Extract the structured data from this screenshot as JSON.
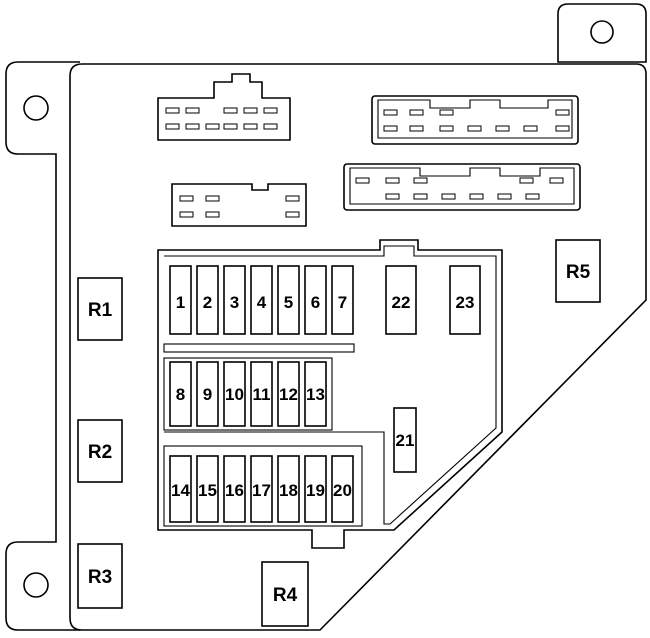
{
  "relays": {
    "r1": "R1",
    "r2": "R2",
    "r3": "R3",
    "r4": "R4",
    "r5": "R5"
  },
  "fuses": {
    "f1": "1",
    "f2": "2",
    "f3": "3",
    "f4": "4",
    "f5": "5",
    "f6": "6",
    "f7": "7",
    "f8": "8",
    "f9": "9",
    "f10": "10",
    "f11": "11",
    "f12": "12",
    "f13": "13",
    "f14": "14",
    "f15": "15",
    "f16": "16",
    "f17": "17",
    "f18": "18",
    "f19": "19",
    "f20": "20",
    "f21": "21",
    "f22": "22",
    "f23": "23"
  },
  "colors": {
    "line": "#000000",
    "background": "#ffffff"
  }
}
